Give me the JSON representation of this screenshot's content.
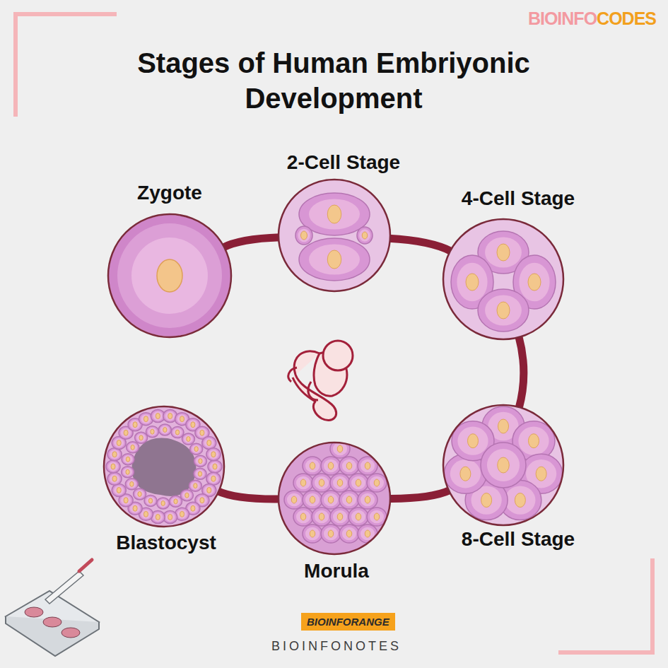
{
  "diagram": {
    "title": "Stages of Human Embriyonic Development",
    "nodes": [
      {
        "text": [
          "Zygote"
        ]
      },
      {
        "text": [
          "2-Cell Stage"
        ]
      },
      {
        "text": [
          "4-Cell Stage"
        ]
      },
      {
        "text": [
          "8-Cell Stage"
        ]
      },
      {
        "text": [
          "Morula"
        ]
      },
      {
        "text": [
          "Blastocyst"
        ]
      }
    ],
    "edges": [
      {
        "from": 0,
        "to": 1,
        "arrow": "none"
      },
      {
        "from": 1,
        "to": 2,
        "arrow": "none"
      },
      {
        "from": 2,
        "to": 3,
        "arrow": "none"
      },
      {
        "from": 3,
        "to": 4,
        "arrow": "none"
      },
      {
        "from": 4,
        "to": 5,
        "arrow": "none"
      }
    ],
    "labels": [
      "BIOINFO",
      "CODES",
      "BIOINFORANGE",
      "BIOINFONOTES"
    ]
  }
}
